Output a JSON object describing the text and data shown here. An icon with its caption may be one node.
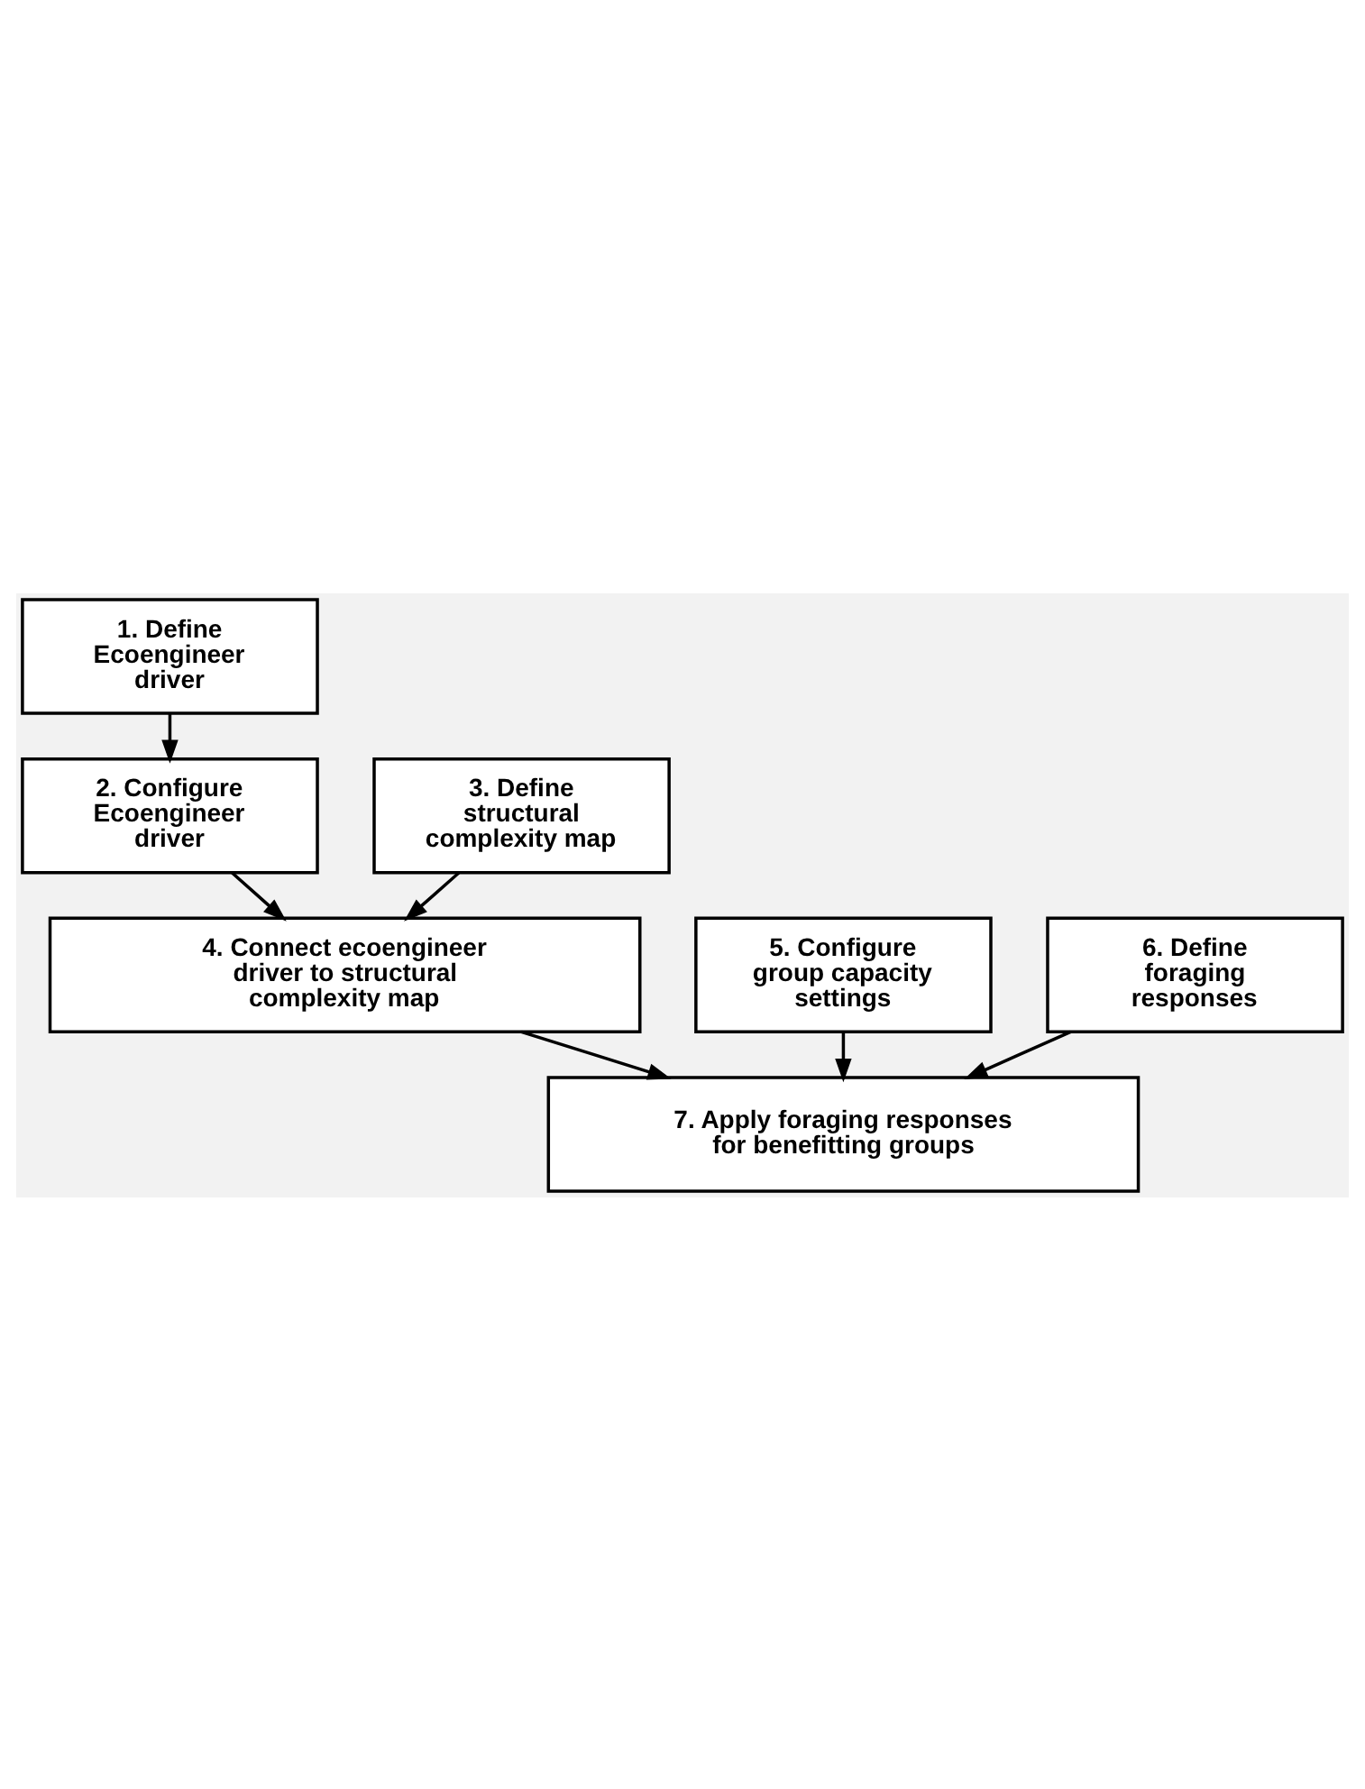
{
  "diagram": {
    "nodes": [
      {
        "text": [
          "1. Define Ecoengineer driver"
        ]
      },
      {
        "text": [
          "2. Configure Ecoengineer driver"
        ]
      },
      {
        "text": [
          "3. Define structural complexity map"
        ]
      },
      {
        "text": [
          "4. Connect ecoengineer driver to structural complexity map"
        ]
      },
      {
        "text": [
          "5. Configure group capacity settings"
        ]
      },
      {
        "text": [
          "6. Define foraging responses"
        ]
      },
      {
        "text": [
          "7. Apply foraging responses for benefitting groups"
        ]
      }
    ],
    "edges": [
      {
        "from": 0,
        "to": 1,
        "arrow": "to"
      },
      {
        "from": 1,
        "to": 3,
        "arrow": "to"
      },
      {
        "from": 2,
        "to": 3,
        "arrow": "to"
      },
      {
        "from": 3,
        "to": 6,
        "arrow": "to"
      },
      {
        "from": 4,
        "to": 6,
        "arrow": "to"
      },
      {
        "from": 5,
        "to": 6,
        "arrow": "to"
      }
    ]
  }
}
